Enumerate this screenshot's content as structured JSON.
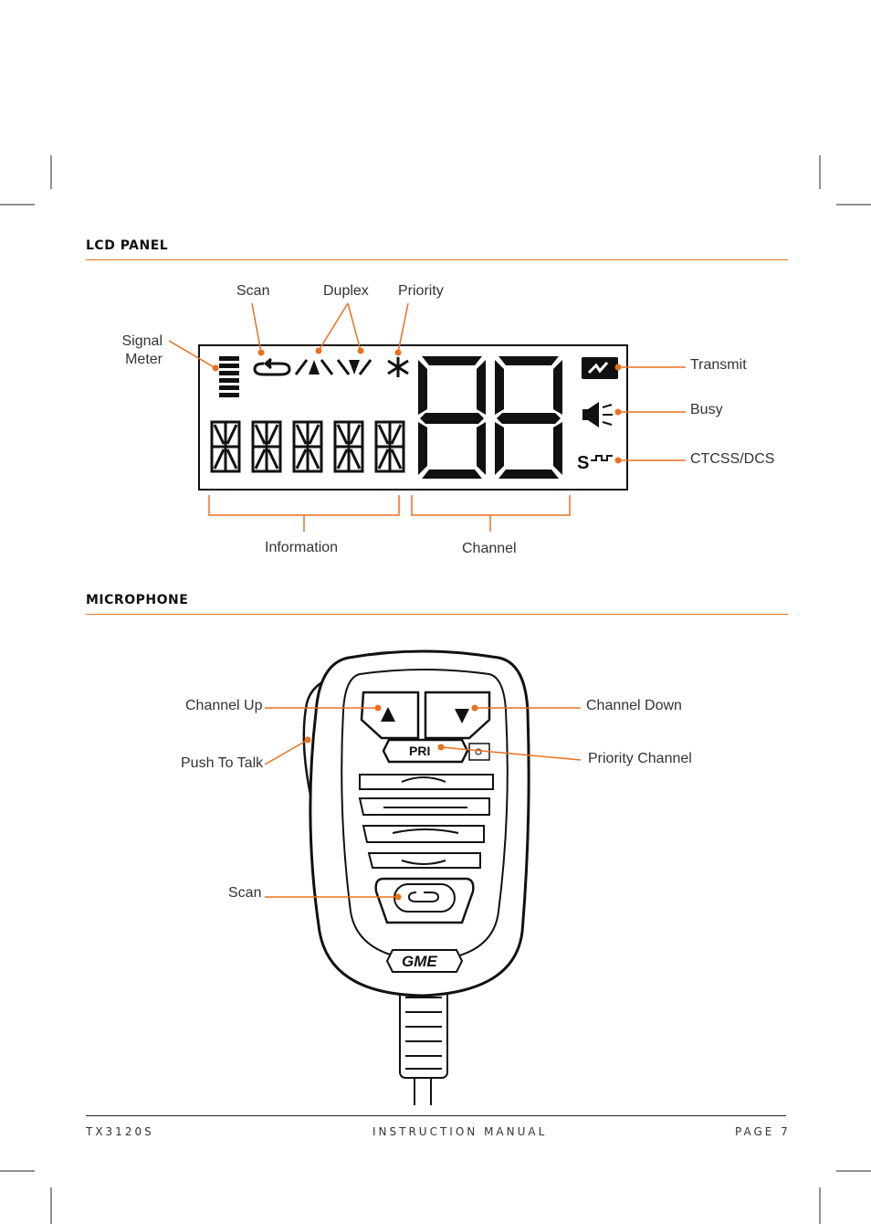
{
  "lcd_panel": {
    "title": "LCD PANEL",
    "labels": {
      "scan": "Scan",
      "duplex": "Duplex",
      "priority": "Priority",
      "signal_meter": "Signal\nMeter",
      "transmit": "Transmit",
      "busy": "Busy",
      "ctcss": "CTCSS/DCS",
      "information": "Information",
      "channel": "Channel"
    },
    "ctcss_glyph": "S"
  },
  "microphone": {
    "title": "MICROPHONE",
    "labels": {
      "channel_up": "Channel Up",
      "push_to_talk": "Push To Talk",
      "scan": "Scan",
      "channel_down": "Channel Down",
      "priority_channel": "Priority Channel"
    },
    "pri_button": "PRI",
    "brand": "GME"
  },
  "footer": {
    "left": "TX3120S",
    "center": "INSTRUCTION MANUAL",
    "right": "PAGE 7"
  },
  "colors": {
    "accent": "#e8711f",
    "ink": "#1a1a1a"
  }
}
